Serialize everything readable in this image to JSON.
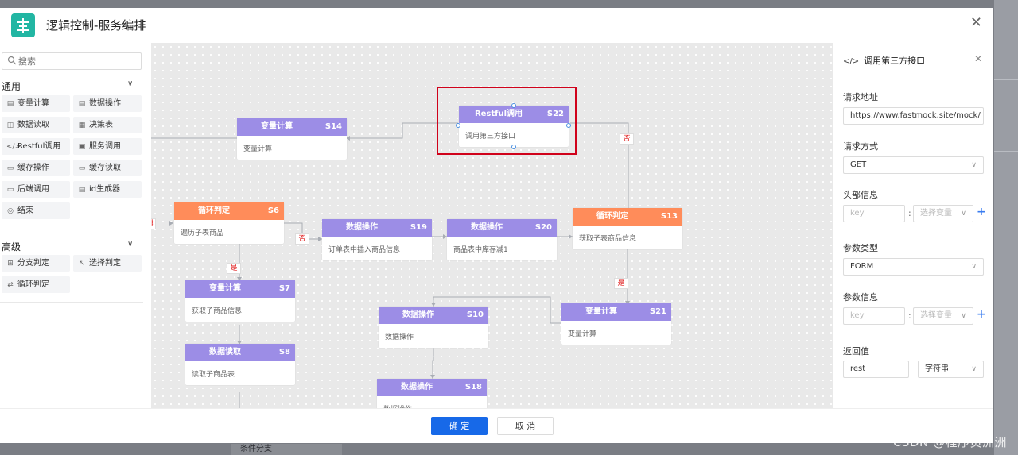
{
  "window": {
    "title": "逻辑控制-服务编排"
  },
  "palette": {
    "search_placeholder": "搜索",
    "group_common": "通用",
    "common_items": [
      "变量计算",
      "数据操作",
      "数据读取",
      "决策表",
      "Restful调用",
      "服务调用",
      "缓存操作",
      "缓存读取",
      "后端调用",
      "id生成器",
      "结束"
    ],
    "group_advanced": "高级",
    "advanced_items": [
      "分支判定",
      "选择判定",
      "循环判定"
    ]
  },
  "canvas": {
    "nodes": [
      {
        "title": "变量计算",
        "id": "S14",
        "desc": "变量计算",
        "color": "purple"
      },
      {
        "title": "Restful调用",
        "id": "S22",
        "desc": "调用第三方接口",
        "color": "purple"
      },
      {
        "title": "循环判定",
        "id": "S6",
        "desc": "遍历子表商品",
        "color": "orange"
      },
      {
        "title": "数据操作",
        "id": "S19",
        "desc": "订单表中插入商品信息",
        "color": "purple"
      },
      {
        "title": "数据操作",
        "id": "S20",
        "desc": "商品表中库存减1",
        "color": "purple"
      },
      {
        "title": "循环判定",
        "id": "S13",
        "desc": "获取子表商品信息",
        "color": "orange"
      },
      {
        "title": "变量计算",
        "id": "S7",
        "desc": "获取子商品信息",
        "color": "purple"
      },
      {
        "title": "数据操作",
        "id": "S10",
        "desc": "数据操作",
        "color": "purple"
      },
      {
        "title": "变量计算",
        "id": "S21",
        "desc": "变量计算",
        "color": "purple"
      },
      {
        "title": "数据读取",
        "id": "S8",
        "desc": "读取子商品表",
        "color": "purple"
      },
      {
        "title": "数据操作",
        "id": "S18",
        "desc": "数据操作",
        "color": "purple"
      }
    ],
    "edge_labels": {
      "yes": "是",
      "no": "否",
      "partial": "排"
    }
  },
  "properties": {
    "title": "调用第三方接口",
    "url_label": "请求地址",
    "url_value": "https://www.fastmock.site/mock/",
    "method_label": "请求方式",
    "method_value": "GET",
    "header_label": "头部信息",
    "key_placeholder": "key",
    "select_var_placeholder": "选择变量",
    "param_type_label": "参数类型",
    "param_type_value": "FORM",
    "param_info_label": "参数信息",
    "return_label": "返回值",
    "return_value": "rest",
    "return_type": "字符串"
  },
  "footer": {
    "ok_label": "确 定",
    "cancel_label": "取 消"
  },
  "background": {
    "peek_text": "条件分支"
  },
  "watermark": "CSDN @程序员洲洲",
  "colors": {
    "accent": "#1769e8",
    "node_purple": "#9c8de6",
    "node_orange": "#ff8c5a",
    "selection": "#d0021b",
    "logo": "#22b6a3"
  }
}
